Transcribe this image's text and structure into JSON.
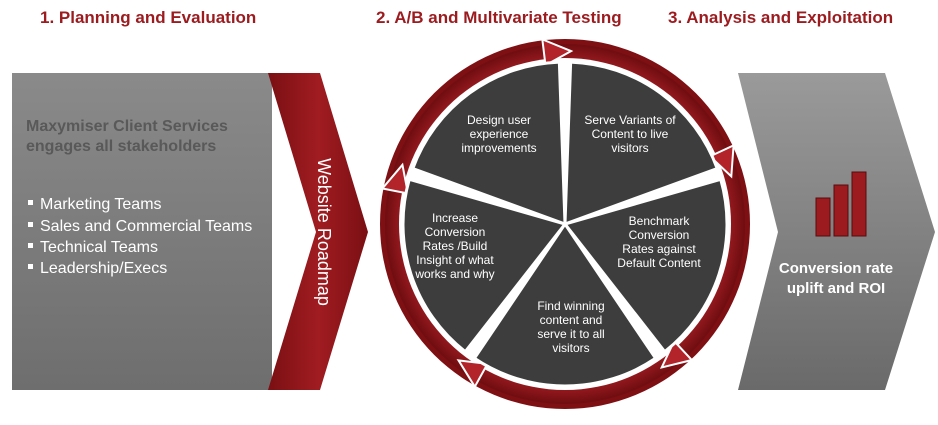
{
  "headings": {
    "planning": "1. Planning and Evaluation",
    "testing": "2. A/B and Multivariate Testing",
    "analysis": "3. Analysis and Exploitation"
  },
  "planning_box": {
    "intro_line1": "Maxymiser Client Services",
    "intro_line2": "engages all stakeholders",
    "bullets": [
      "Marketing Teams",
      "Sales and Commercial Teams",
      "Technical Teams",
      "Leadership/Execs"
    ],
    "roadmap_label": "Website Roadmap"
  },
  "cycle": {
    "segments": [
      [
        "Design user",
        "experience",
        "improvements"
      ],
      [
        "Serve Variants of",
        "Content to live",
        "visitors"
      ],
      [
        "Benchmark",
        "Conversion",
        "Rates against",
        "Default Content"
      ],
      [
        "Find winning",
        "content and",
        "serve it to all",
        "visitors"
      ],
      [
        "Increase",
        "Conversion",
        "Rates /Build",
        "Insight of what",
        "works and why"
      ]
    ]
  },
  "result_box": {
    "line1": "Conversion rate",
    "line2": "uplift and ROI",
    "icon": "bar-chart-icon"
  },
  "colors": {
    "heading": "#9b1b1f",
    "dark_red": "#8e1418",
    "gray_box": "#7a7a7a",
    "wedge": "#3d3d3d"
  }
}
